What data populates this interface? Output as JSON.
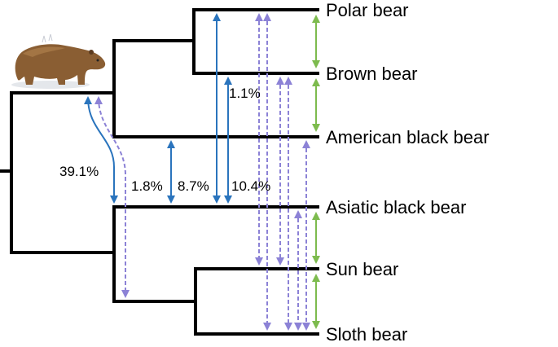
{
  "tree": {
    "species": [
      {
        "id": "polar",
        "label": "Polar bear"
      },
      {
        "id": "brown",
        "label": "Brown bear"
      },
      {
        "id": "american",
        "label": "American black bear"
      },
      {
        "id": "asiatic",
        "label": "Asiatic black bear"
      },
      {
        "id": "sun",
        "label": "Sun bear"
      },
      {
        "id": "sloth",
        "label": "Sloth bear"
      }
    ]
  },
  "gene_flow": {
    "labels": [
      "39.1%",
      "1.8%",
      "8.7%",
      "10.4%",
      "1.1%"
    ]
  },
  "colors": {
    "branch": "#000000",
    "solid_arrow": "#2a74bd",
    "dashed_arrow": "#8c82d6",
    "sister_arrow": "#7dbb4e",
    "bear_fur": "#8a5e33"
  },
  "icons": {
    "bear": "brown-bear-illustration"
  }
}
